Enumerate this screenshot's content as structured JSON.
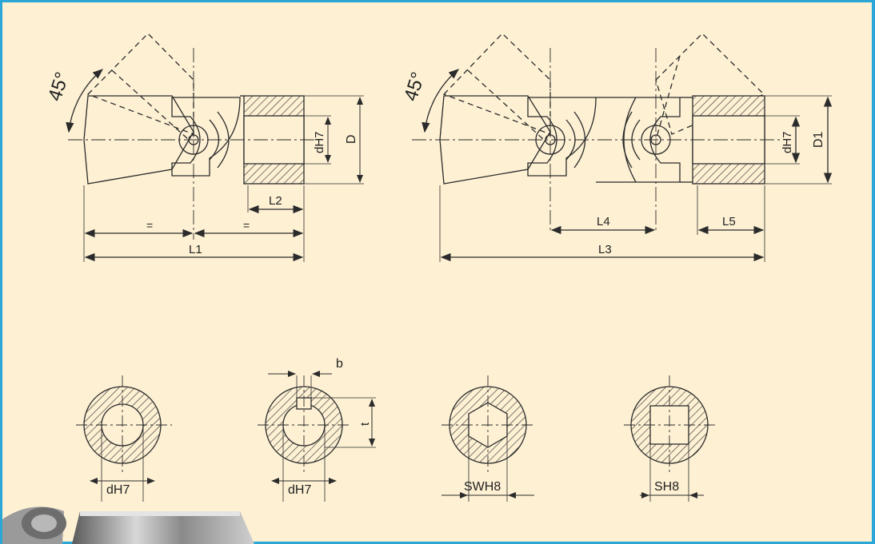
{
  "colors": {
    "frame": "#2aa7d6",
    "background": "#fdf0d3",
    "line": "#2b2b2b",
    "hatch": "#3a3a3a"
  },
  "single_joint": {
    "angle_label": "45°",
    "bore_label": "dH7",
    "diameter_label": "D",
    "length_label": "L1",
    "bore_length_label": "L2",
    "equal_left": "=",
    "equal_right": "="
  },
  "double_joint": {
    "angle_label": "45°",
    "bore_label": "dH7",
    "diameter_label": "D1",
    "length_label": "L3",
    "center_length_label": "L4",
    "bore_length_label": "L5"
  },
  "bore_sections": {
    "plain_label": "dH7",
    "keyway_label": "dH7",
    "keyway_width_label": "b",
    "keyway_depth_label": "t",
    "hex_label": "SWH8",
    "square_label": "SH8"
  },
  "product_photo": {
    "icon": "metal-joint-photo"
  }
}
